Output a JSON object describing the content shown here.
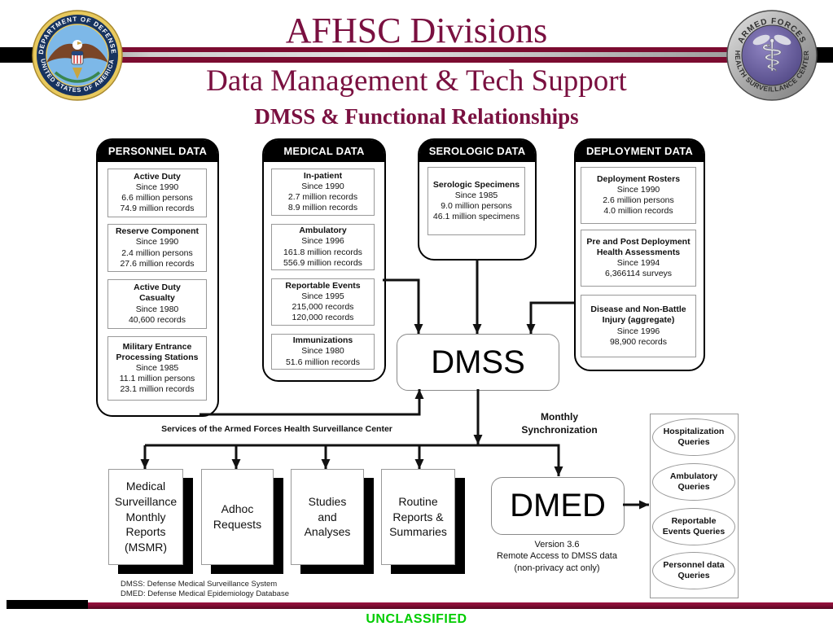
{
  "slide": {
    "title": "AFHSC Divisions",
    "subtitle": "Data Management & Tech Support",
    "diagram_title": "DMSS & Functional Relationships",
    "classification": "UNCLASSIFIED"
  },
  "logos": {
    "dod": {
      "ring_top": "DEPARTMENT OF DEFENSE",
      "ring_bottom": "UNITED STATES OF AMERICA"
    },
    "afhsc": {
      "ring_top": "ARMED FORCES",
      "ring_bottom": "HEALTH SURVEILLANCE CENTER"
    }
  },
  "columns": [
    {
      "header": "PERSONNEL DATA",
      "boxes": [
        {
          "title": "Active Duty",
          "lines": [
            "Since 1990",
            "6.6 million persons",
            "74.9 million records"
          ]
        },
        {
          "title": "Reserve Component",
          "lines": [
            "Since 1990",
            "2.4 million persons",
            "27.6 million records"
          ]
        },
        {
          "title": "Active Duty\nCasualty",
          "lines": [
            "Since 1980",
            "40,600 records"
          ]
        },
        {
          "title": "Military Entrance\nProcessing Stations",
          "lines": [
            "Since 1985",
            "11.1 million persons",
            "23.1 million records"
          ]
        }
      ]
    },
    {
      "header": "MEDICAL DATA",
      "boxes": [
        {
          "title": "In-patient",
          "lines": [
            "Since 1990",
            "2.7 million records",
            "8.9 million records"
          ]
        },
        {
          "title": "Ambulatory",
          "lines": [
            "Since 1996",
            "161.8  million records",
            "556.9 million records"
          ]
        },
        {
          "title": "Reportable Events",
          "lines": [
            "Since 1995",
            "215,000 records",
            "120,000 records"
          ]
        },
        {
          "title": "Immunizations",
          "lines": [
            "Since 1980",
            "51.6 million records"
          ]
        }
      ]
    },
    {
      "header": "SEROLOGIC DATA",
      "boxes": [
        {
          "title": "Serologic Specimens",
          "lines": [
            "Since 1985",
            "9.0 million persons",
            "46.1 million specimens"
          ]
        }
      ]
    },
    {
      "header": "DEPLOYMENT DATA",
      "boxes": [
        {
          "title": "Deployment Rosters",
          "lines": [
            "Since 1990",
            "2.6 million persons",
            "4.0 million records"
          ]
        },
        {
          "title": "Pre and Post Deployment\nHealth Assessments",
          "lines": [
            "Since 1994",
            "6,366114 surveys"
          ]
        },
        {
          "title": "Disease and Non-Battle\nInjury (aggregate)",
          "lines": [
            "Since 1996",
            "98,900 records"
          ]
        }
      ]
    }
  ],
  "core": {
    "dmss": "DMSS",
    "dmed": "DMED",
    "services_label": "Services of the Armed Forces Health Surveillance Center",
    "monthly_sync": "Monthly\nSynchronization",
    "dmed_notes": [
      "Version 3.6",
      "Remote Access to DMSS data",
      "(non-privacy act only)"
    ]
  },
  "outputs": [
    "Medical\nSurveillance\nMonthly\nReports\n(MSMR)",
    "Adhoc\nRequests",
    "Studies\nand\nAnalyses",
    "Routine\nReports &\nSummaries"
  ],
  "queries": [
    "Hospitalization\nQueries",
    "Ambulatory\nQueries",
    "Reportable\nEvents Queries",
    "Personnel data\nQueries"
  ],
  "footer": {
    "defs": [
      "DMSS: Defense Medical Surveillance System",
      "DMED: Defense Medical Epidemiology Database"
    ]
  },
  "colors": {
    "maroon": "#7a1040",
    "bar_maroon": "#7b0c30",
    "green": "#00cc00"
  }
}
